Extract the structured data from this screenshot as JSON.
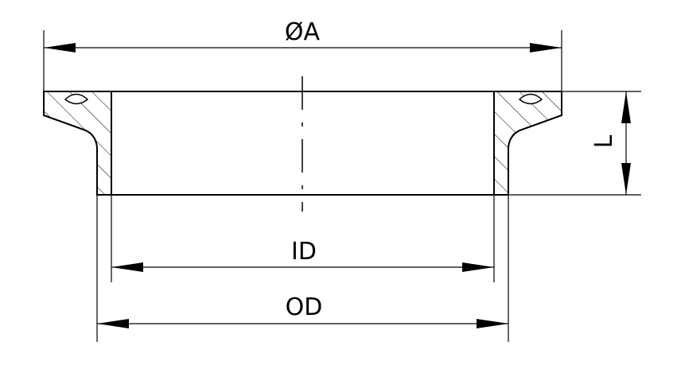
{
  "labels": {
    "dia_a": "ØA",
    "id": "ID",
    "od": "OD",
    "length": "L"
  },
  "colors": {
    "line": "#000000",
    "background": "#ffffff"
  }
}
